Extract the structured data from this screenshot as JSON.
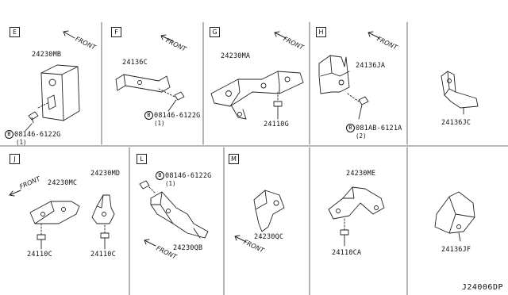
{
  "diagram_code": "J24006DP",
  "front_label": "FRONT",
  "bolt_prefix": "B",
  "panels": {
    "E": {
      "letter": "E",
      "part": "24230MB",
      "bolt": "08146-6122G",
      "qty": "(1)"
    },
    "F": {
      "letter": "F",
      "part": "24136C",
      "bolt": "08146-6122G",
      "qty": "(1)"
    },
    "G": {
      "letter": "G",
      "part": "24230MA",
      "bolt_part": "24110G"
    },
    "H": {
      "letter": "H",
      "part": "24136JA",
      "bolt": "081AB-6121A",
      "qty": "(2)"
    },
    "I": {
      "part": "24136JC"
    },
    "J": {
      "letter": "J",
      "part_a": "24230MC",
      "part_b": "24230MD",
      "bolt_a": "24110C",
      "bolt_b": "24110C"
    },
    "L": {
      "letter": "L",
      "part": "24230QB",
      "bolt": "08146-6122G",
      "qty": "(1)"
    },
    "M": {
      "letter": "M",
      "part": "24230QC"
    },
    "N": {
      "part": "24230ME",
      "bolt_part": "24110CA"
    },
    "O": {
      "part": "24136JF"
    }
  }
}
